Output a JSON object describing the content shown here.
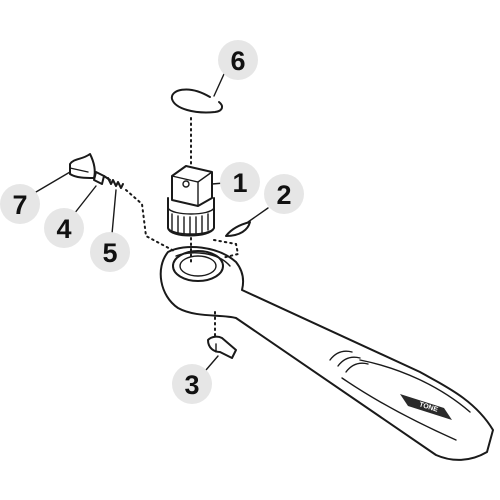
{
  "colors": {
    "badge_fill": "#e6e6e6",
    "outline": "#1a1a1a",
    "part_fill": "#ffffff",
    "label_plate": "#2a2a2a"
  },
  "callouts": [
    {
      "label": "1",
      "part": "square-drive-socket-adapter"
    },
    {
      "label": "2",
      "part": "pawl-spring-leaf"
    },
    {
      "label": "3",
      "part": "direction-lever"
    },
    {
      "label": "4",
      "part": "detent-pin"
    },
    {
      "label": "5",
      "part": "detent-spring"
    },
    {
      "label": "6",
      "part": "retaining-ring"
    },
    {
      "label": "7",
      "part": "pawl"
    }
  ],
  "brand_plate": {
    "text": "TONE"
  }
}
